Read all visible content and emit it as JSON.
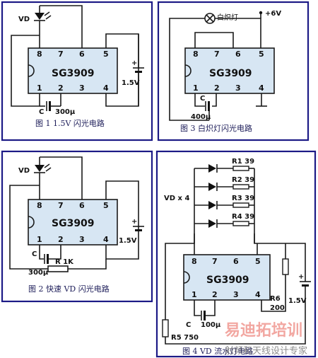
{
  "colors": {
    "frame": "#1c1a86",
    "chip_fill": "#d7e6f3",
    "watermark": "#ee8a82"
  },
  "ic": {
    "name": "SG3909",
    "top_pins": [
      "8",
      "7",
      "6",
      "5"
    ],
    "bottom_pins": [
      "1",
      "2",
      "3",
      "4"
    ]
  },
  "fig1": {
    "vd_label": "VD",
    "battery_label": "1.5V",
    "plus_sign": "+",
    "cap_label": "C",
    "cap_value": "300μ",
    "caption": "图 1  1.5V 闪光电路"
  },
  "fig2": {
    "vd_label": "VD",
    "battery_label": "1.5V",
    "plus_sign": "+",
    "cap_label": "C",
    "cap_value": "300μ",
    "resistor_label": "R  1K",
    "caption": "图 2  快速 VD 闪光电路"
  },
  "fig3": {
    "lamp_label": "白炽灯",
    "supply_label": "+6V",
    "cap_label": "C",
    "cap_value": "400μ",
    "caption": "图 3  白炽灯闪光电路"
  },
  "fig4": {
    "vd_group_label": "VD x 4",
    "resistors": [
      "R1  39",
      "R2  39",
      "R3  39",
      "R4  39"
    ],
    "cap_label": "C",
    "cap_value": "100μ",
    "r5_label": "R5  750",
    "r6_label": "R6",
    "r6_value": "200",
    "battery_label": "1.5V",
    "plus_sign": "+",
    "caption": "图 4  VD 流水灯电路"
  },
  "watermark": {
    "brand": "易迪拓培训",
    "subtitle": "射频和天线设计专家"
  }
}
